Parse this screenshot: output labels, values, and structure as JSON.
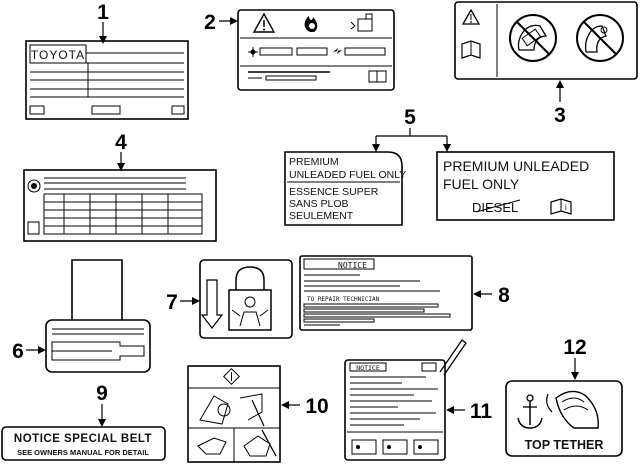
{
  "diagram": {
    "callouts": [
      "1",
      "2",
      "3",
      "4",
      "5",
      "6",
      "7",
      "8",
      "9",
      "10",
      "11",
      "12"
    ],
    "labels": {
      "toyota_brand": "TOYOTA",
      "premium_small_1": "PREMIUM",
      "premium_small_2": "UNLEADED FUEL ONLY",
      "premium_small_3": "ESSENCE SUPER",
      "premium_small_4": "SANS PLOB",
      "premium_small_5": "SEULEMENT",
      "premium_large_1": "PREMIUM  UNLEADED",
      "premium_large_2": "FUEL  ONLY",
      "diesel": "DIESEL",
      "notice_8": "NOTICE",
      "to_repair_technician": "TO REPAIR TECHNICIAN",
      "notice_11": "NOTICE",
      "notice_special_belt_1": "NOTICE SPECIAL BELT",
      "notice_special_belt_2": "SEE OWNERS MANUAL FOR DETAIL",
      "top_tether": "TOP TETHER"
    }
  }
}
